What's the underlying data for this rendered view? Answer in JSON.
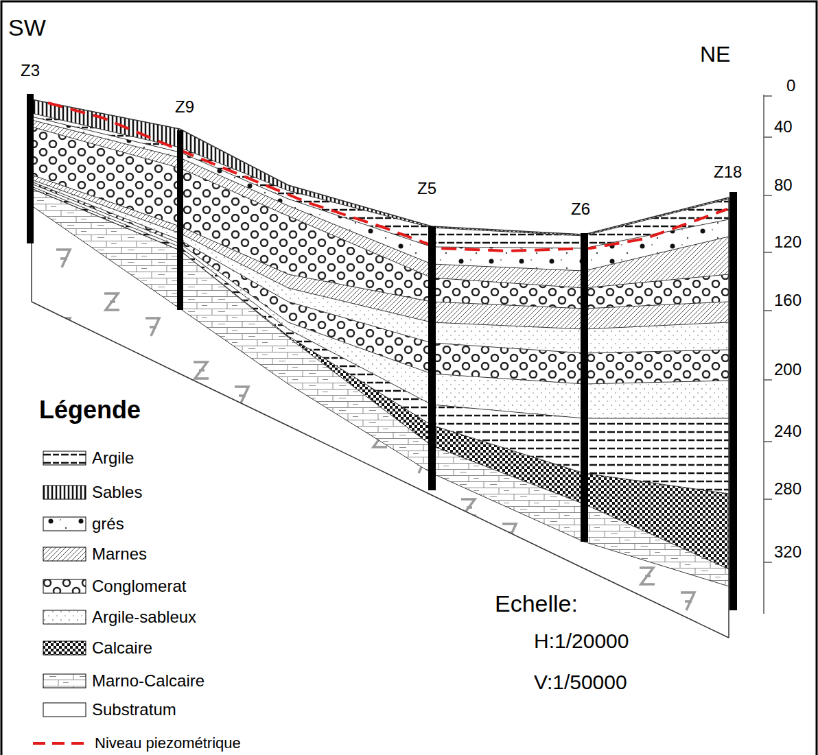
{
  "diagram": {
    "labels": [
      "SW",
      "NE",
      "Z3",
      "Z9",
      "Z5",
      "Z6",
      "Z18",
      "0",
      "40",
      "80",
      "120",
      "160",
      "200",
      "240",
      "280",
      "320",
      "Légende",
      "Echelle:",
      "H:1/20000",
      "V:1/50000"
    ],
    "legend": [
      {
        "text": "Argile"
      },
      {
        "text": "Sables"
      },
      {
        "text": "grés"
      },
      {
        "text": "Marnes"
      },
      {
        "text": "Conglomerat"
      },
      {
        "text": "Argile-sableux"
      },
      {
        "text": "Calcaire"
      },
      {
        "text": "Marno-Calcaire"
      },
      {
        "text": "Substratum"
      },
      {
        "text": "Niveau piezométrique"
      }
    ]
  }
}
